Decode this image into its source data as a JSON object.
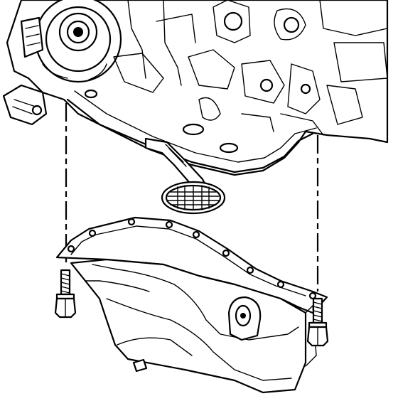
{
  "figure": {
    "background_color": "#ffffff",
    "line_color": "#000000",
    "parts": [
      {
        "name": "engine-block",
        "icon": "engine-block-icon"
      },
      {
        "name": "oil-pickup-tube",
        "icon": "pickup-tube-icon"
      },
      {
        "name": "oil-pump-screen",
        "icon": "mesh-screen-icon"
      },
      {
        "name": "oil-pan",
        "icon": "oil-pan-icon"
      },
      {
        "name": "oil-pan-bolt-left",
        "icon": "bolt-icon"
      },
      {
        "name": "oil-pan-bolt-right",
        "icon": "bolt-icon"
      }
    ]
  }
}
